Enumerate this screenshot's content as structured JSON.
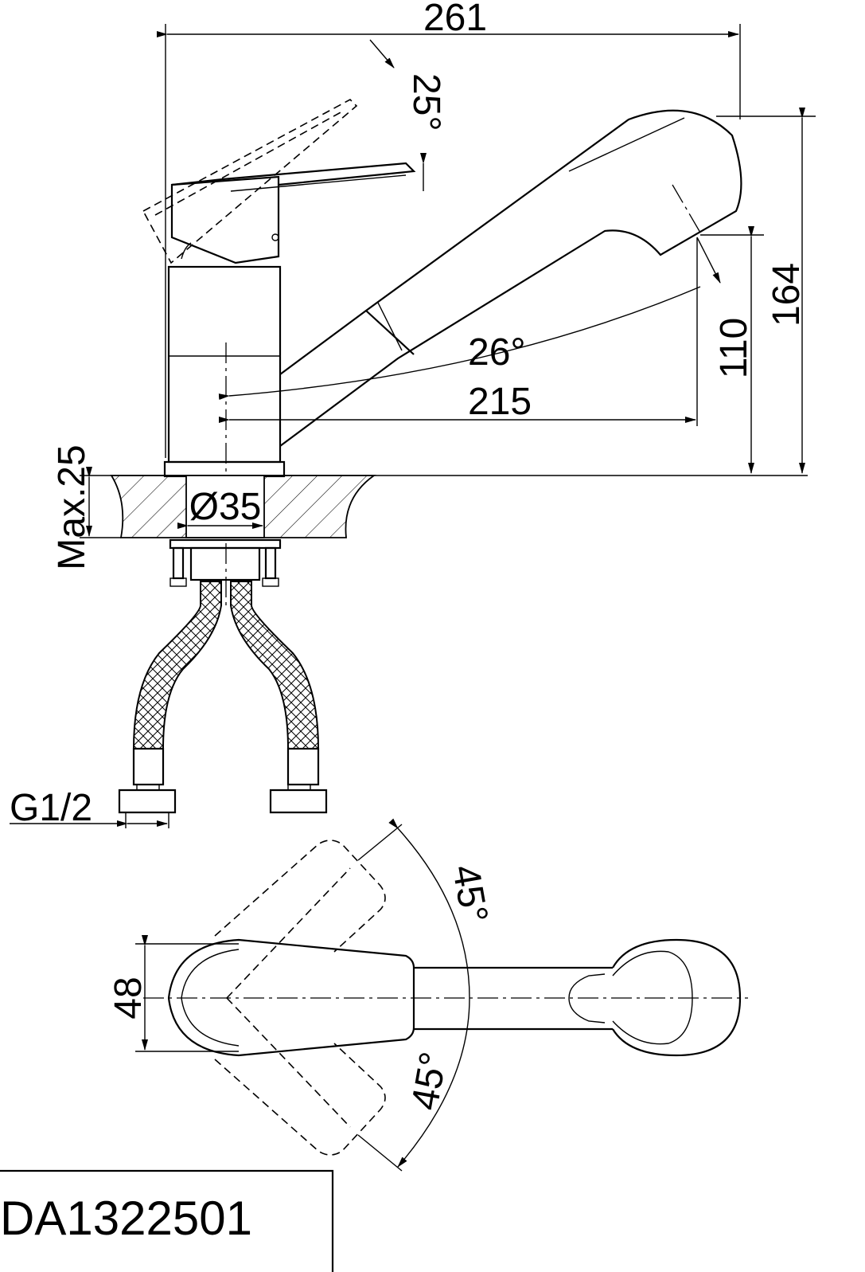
{
  "model_code": "DA1322501",
  "dimensions": {
    "total_width": "261",
    "total_height": "164",
    "lever_angle": "25°",
    "spout_angle": "26°",
    "spout_reach": "215",
    "spout_height": "110",
    "max_thickness": "Max.25",
    "hole_diameter": "Ø35",
    "thread": "G1/2",
    "handle_width": "48",
    "rotation_left": "45°",
    "rotation_right": "45°"
  }
}
